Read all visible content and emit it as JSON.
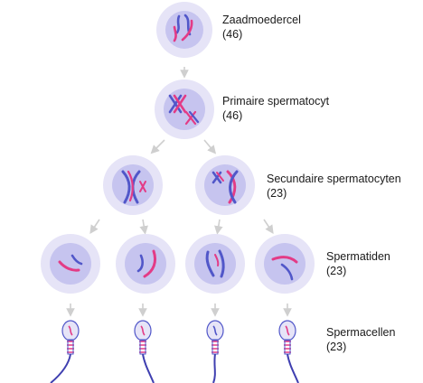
{
  "stages": [
    {
      "id": "zaadmoedercel",
      "name": "Zaadmoedercel",
      "count": "(46)"
    },
    {
      "id": "primaire",
      "name": "Primaire spermatocyt",
      "count": "(46)"
    },
    {
      "id": "secundaire",
      "name": "Secundaire spermatocyten",
      "count": "(23)"
    },
    {
      "id": "spermatiden",
      "name": "Spermatiden",
      "count": "(23)"
    },
    {
      "id": "spermacellen",
      "name": "Spermacellen",
      "count": "(23)"
    }
  ],
  "colors": {
    "cell_outer": "#e6e4f7",
    "cell_inner": "#c6c4ef",
    "chromosome_pink": "#e33b86",
    "chromosome_blue": "#5157c9",
    "arrow": "#cfcfcf",
    "sperm_tail": "#3f3fb0"
  }
}
